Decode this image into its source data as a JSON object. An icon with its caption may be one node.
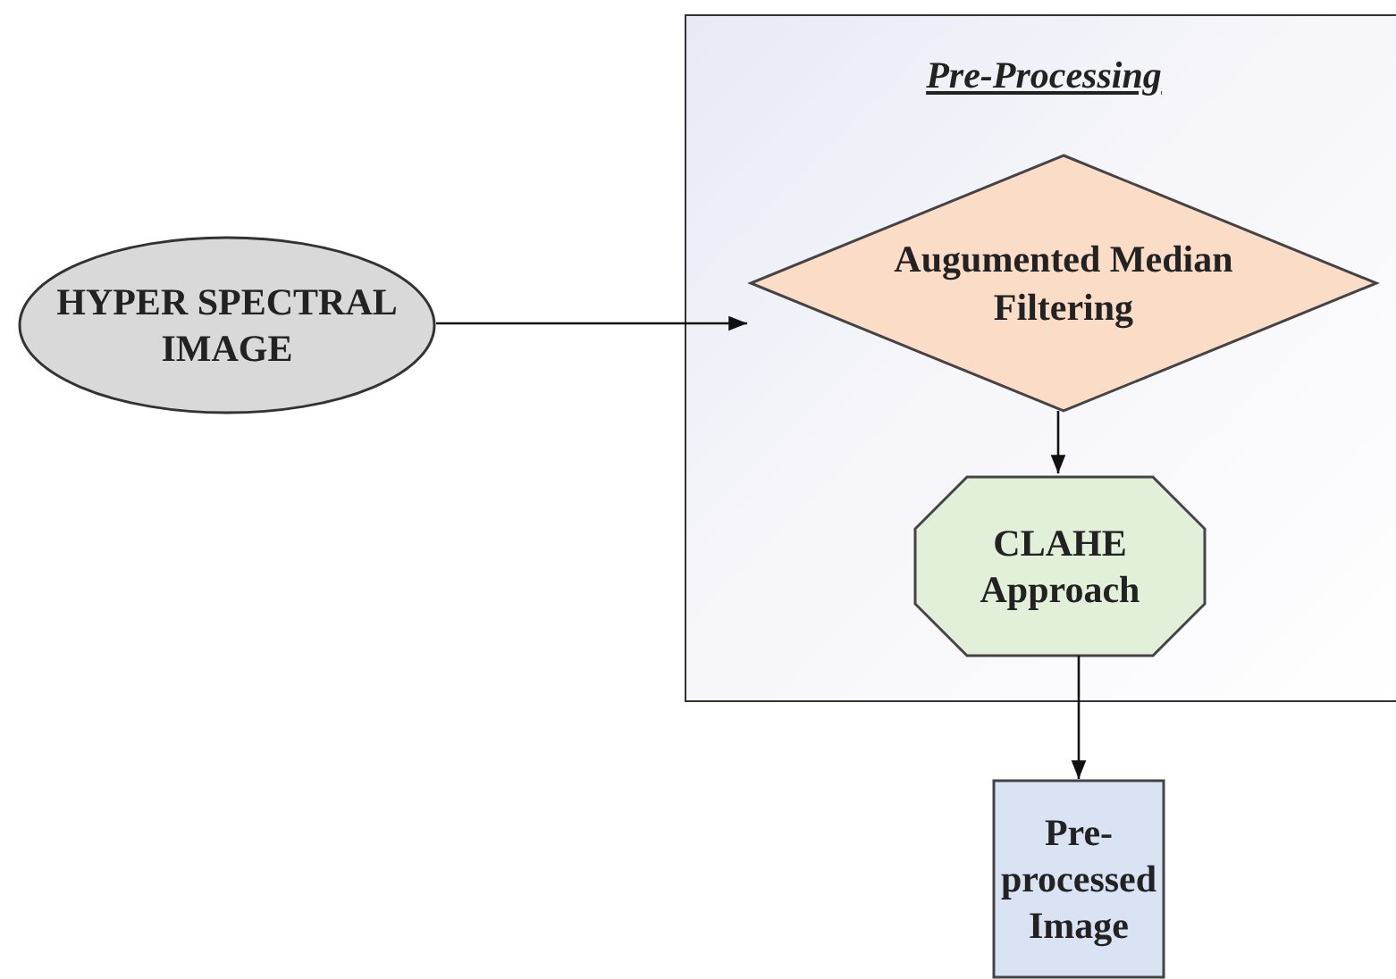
{
  "diagram": {
    "nodes": [
      {
        "text": [
          "Pre-Processing"
        ]
      },
      {
        "text": [
          "HYPER SPECTRAL IMAGE"
        ]
      },
      {
        "text": [
          "Augumented Median Filtering"
        ],
        "in": 0
      },
      {
        "text": [
          "CLAHE Approach"
        ],
        "in": 0
      },
      {
        "text": [
          "Pre-processed Image"
        ]
      }
    ],
    "edges": [
      {
        "from": 1,
        "to": 2,
        "arrow": "to"
      },
      {
        "from": 2,
        "to": 3,
        "arrow": "to"
      },
      {
        "from": 3,
        "to": 4,
        "arrow": "to"
      }
    ]
  }
}
